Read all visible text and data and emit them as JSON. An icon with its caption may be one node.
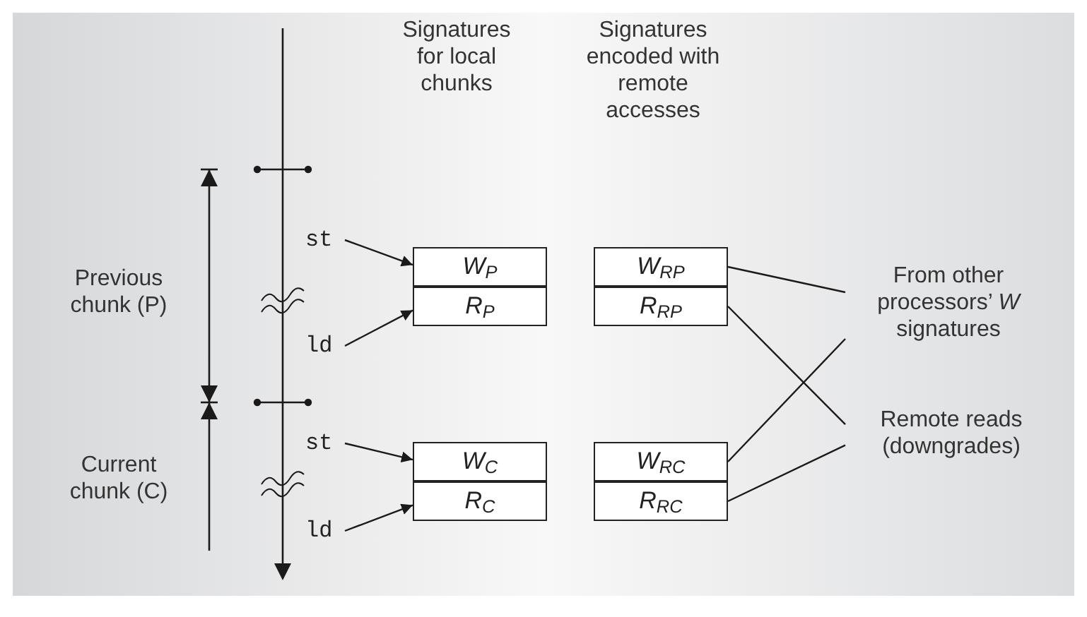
{
  "diagram": {
    "nodes": [
      {
        "text": [
          "st"
        ]
      },
      {
        "text": [
          "W$_{P}$"
        ]
      },
      {
        "text": [
          "R$_{P}$"
        ]
      },
      {
        "text": [
          "ld"
        ]
      },
      {
        "text": [
          "st"
        ]
      },
      {
        "text": [
          "W$_{C}$"
        ]
      },
      {
        "text": [
          "R$_{C}$"
        ]
      },
      {
        "text": [
          "ld"
        ]
      },
      {
        "text": [
          "W$_{RP}$"
        ]
      },
      {
        "text": [
          "R$_{RP}$"
        ]
      },
      {
        "text": [
          "W$_{RC}$"
        ]
      },
      {
        "text": [
          "R$_{RC}$"
        ]
      },
      {
        "text": [
          "From other processors’ *W* signatures"
        ]
      },
      {
        "text": [
          "Remote reads (downgrades)"
        ]
      }
    ],
    "edges": [
      {
        "from": 0,
        "to": 1,
        "arrow": "to"
      },
      {
        "from": 3,
        "to": 2,
        "arrow": "to"
      },
      {
        "from": 4,
        "to": 5,
        "arrow": "to"
      },
      {
        "from": 7,
        "to": 6,
        "arrow": "to"
      },
      {
        "from": 8,
        "to": 12,
        "arrow": "none"
      },
      {
        "from": 9,
        "to": 13,
        "arrow": "none"
      },
      {
        "from": 10,
        "to": 12,
        "arrow": "none"
      },
      {
        "from": 11,
        "to": 13,
        "arrow": "none"
      }
    ],
    "labels": [
      "Signatures for local chunks",
      "Signatures encoded with remote accesses",
      "Previous chunk (P)",
      "Current chunk (C)"
    ]
  }
}
